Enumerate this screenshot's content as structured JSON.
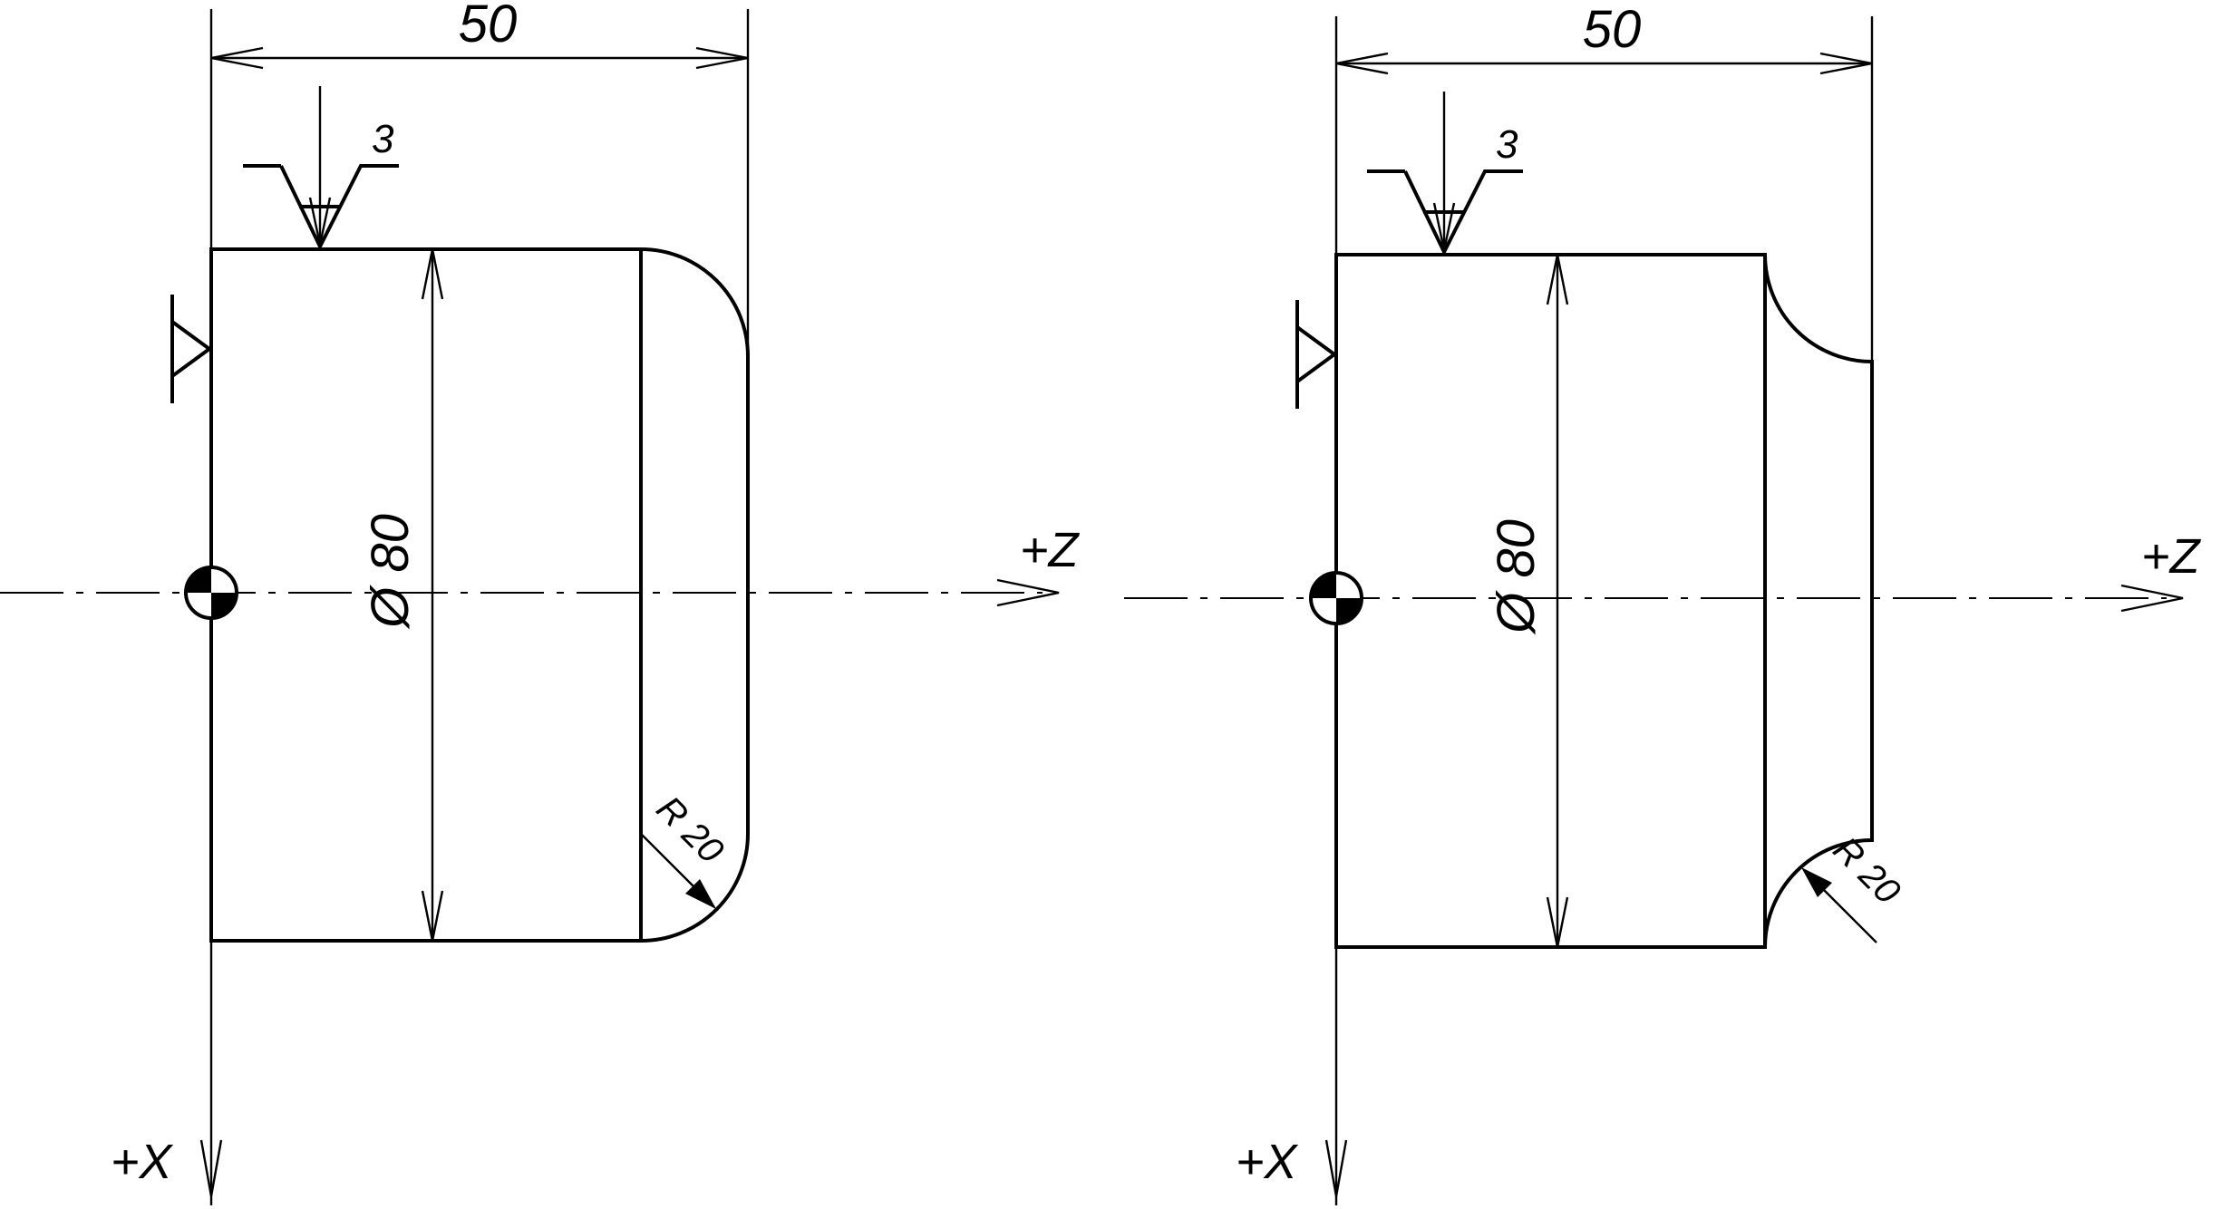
{
  "drawings": [
    {
      "dimension_length": "50",
      "dimension_diameter": "Ø 80",
      "dimension_radius": "R 20",
      "finish_depth": "3",
      "axis_z": "+Z",
      "axis_x": "+X",
      "corner": "convex-fillet"
    },
    {
      "dimension_length": "50",
      "dimension_diameter": "Ø 80",
      "dimension_radius": "R 20",
      "finish_depth": "3",
      "axis_z": "+Z",
      "axis_x": "+X",
      "corner": "concave-cove"
    }
  ]
}
